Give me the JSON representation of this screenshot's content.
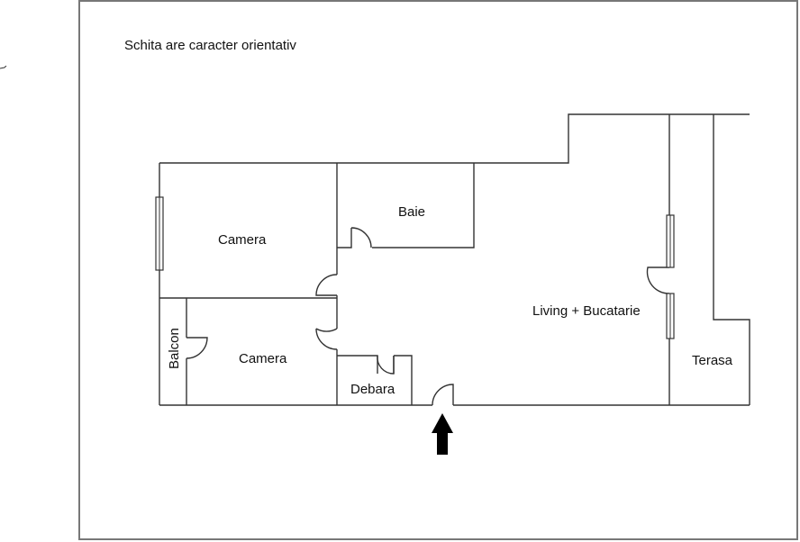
{
  "note": "Schita are caracter orientativ",
  "colors": {
    "frame": "#777777",
    "walls": "#333333",
    "text": "#111111",
    "arrow": "#000000"
  },
  "rooms": [
    {
      "id": "camera-1",
      "label": "Camera"
    },
    {
      "id": "baie",
      "label": "Baie"
    },
    {
      "id": "living",
      "label": "Living + Bucatarie"
    },
    {
      "id": "balcon",
      "label": "Balcon"
    },
    {
      "id": "camera-2",
      "label": "Camera"
    },
    {
      "id": "debara",
      "label": "Debara"
    },
    {
      "id": "terasa",
      "label": "Terasa"
    }
  ],
  "entrance": {
    "icon": "entrance-arrow-icon"
  }
}
